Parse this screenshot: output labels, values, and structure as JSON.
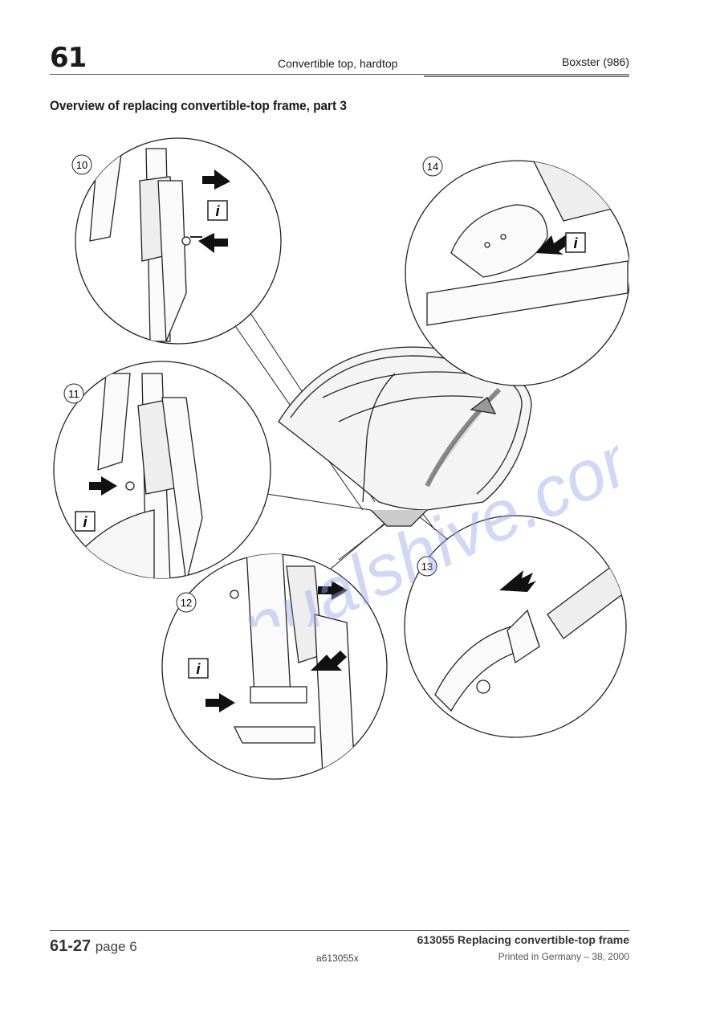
{
  "header": {
    "chapter": "61",
    "section": "Convertible top, hardtop",
    "model": "Boxster (986)"
  },
  "title": "Overview of replacing convertible-top frame, part 3",
  "figure": {
    "callouts": [
      "10",
      "11",
      "12",
      "13",
      "14"
    ],
    "info_icon": "i",
    "reference": "a613055x"
  },
  "watermark": "manualshive.com",
  "footer": {
    "page_num": "61-27",
    "page_suffix": "page 6",
    "doc_title": "613055  Replacing convertible-top frame",
    "printed": "Printed in Germany – 38, 2000"
  },
  "colors": {
    "ink": "#1a1a1a",
    "watermark": "#9aa8e8"
  }
}
